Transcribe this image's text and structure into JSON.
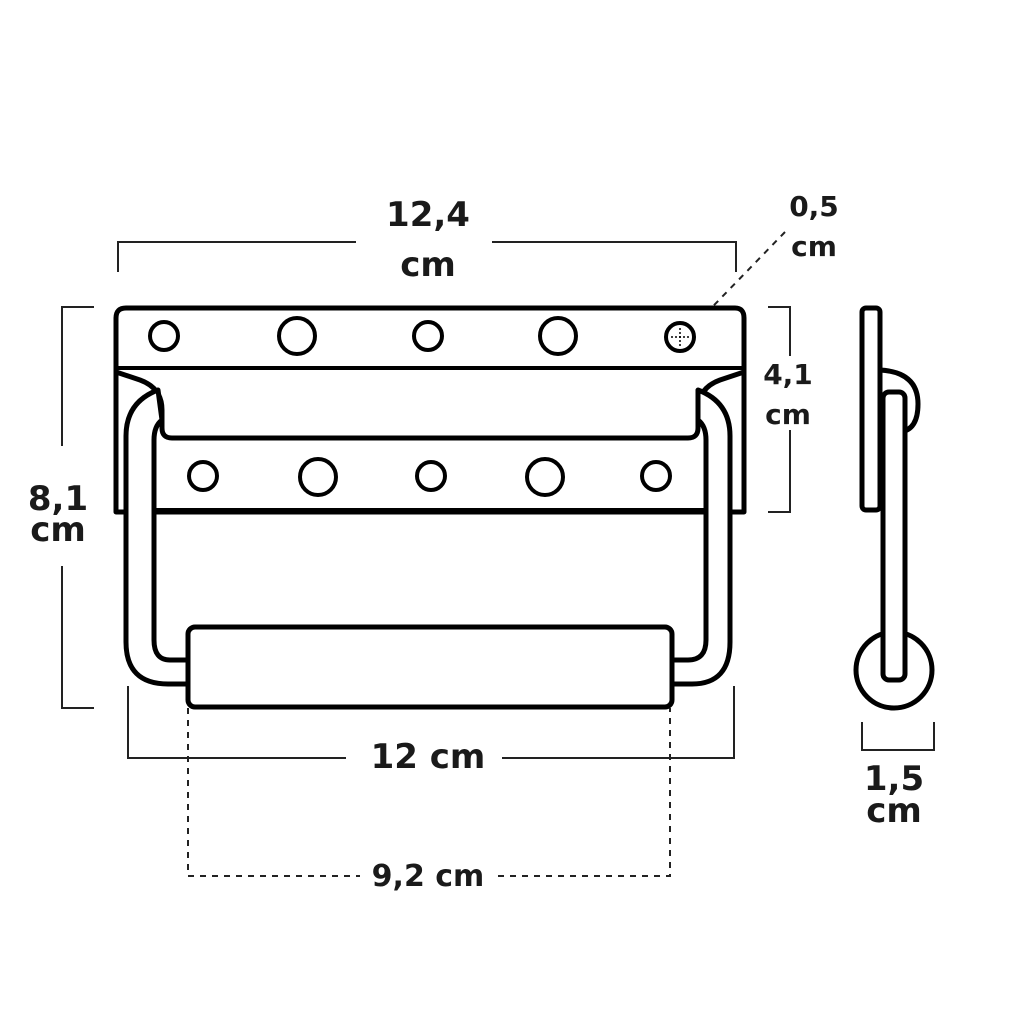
{
  "dimensions": {
    "width_top": {
      "value": "12,4",
      "unit": "cm"
    },
    "hole_diameter": {
      "value": "0,5",
      "unit": "cm"
    },
    "plate_height": {
      "value": "4,1",
      "unit": "cm"
    },
    "total_height": {
      "value": "8,1",
      "unit": "cm"
    },
    "handle_width": "12 cm",
    "grip_width": "9,2 cm",
    "depth": {
      "value": "1,5",
      "unit": "cm"
    }
  }
}
